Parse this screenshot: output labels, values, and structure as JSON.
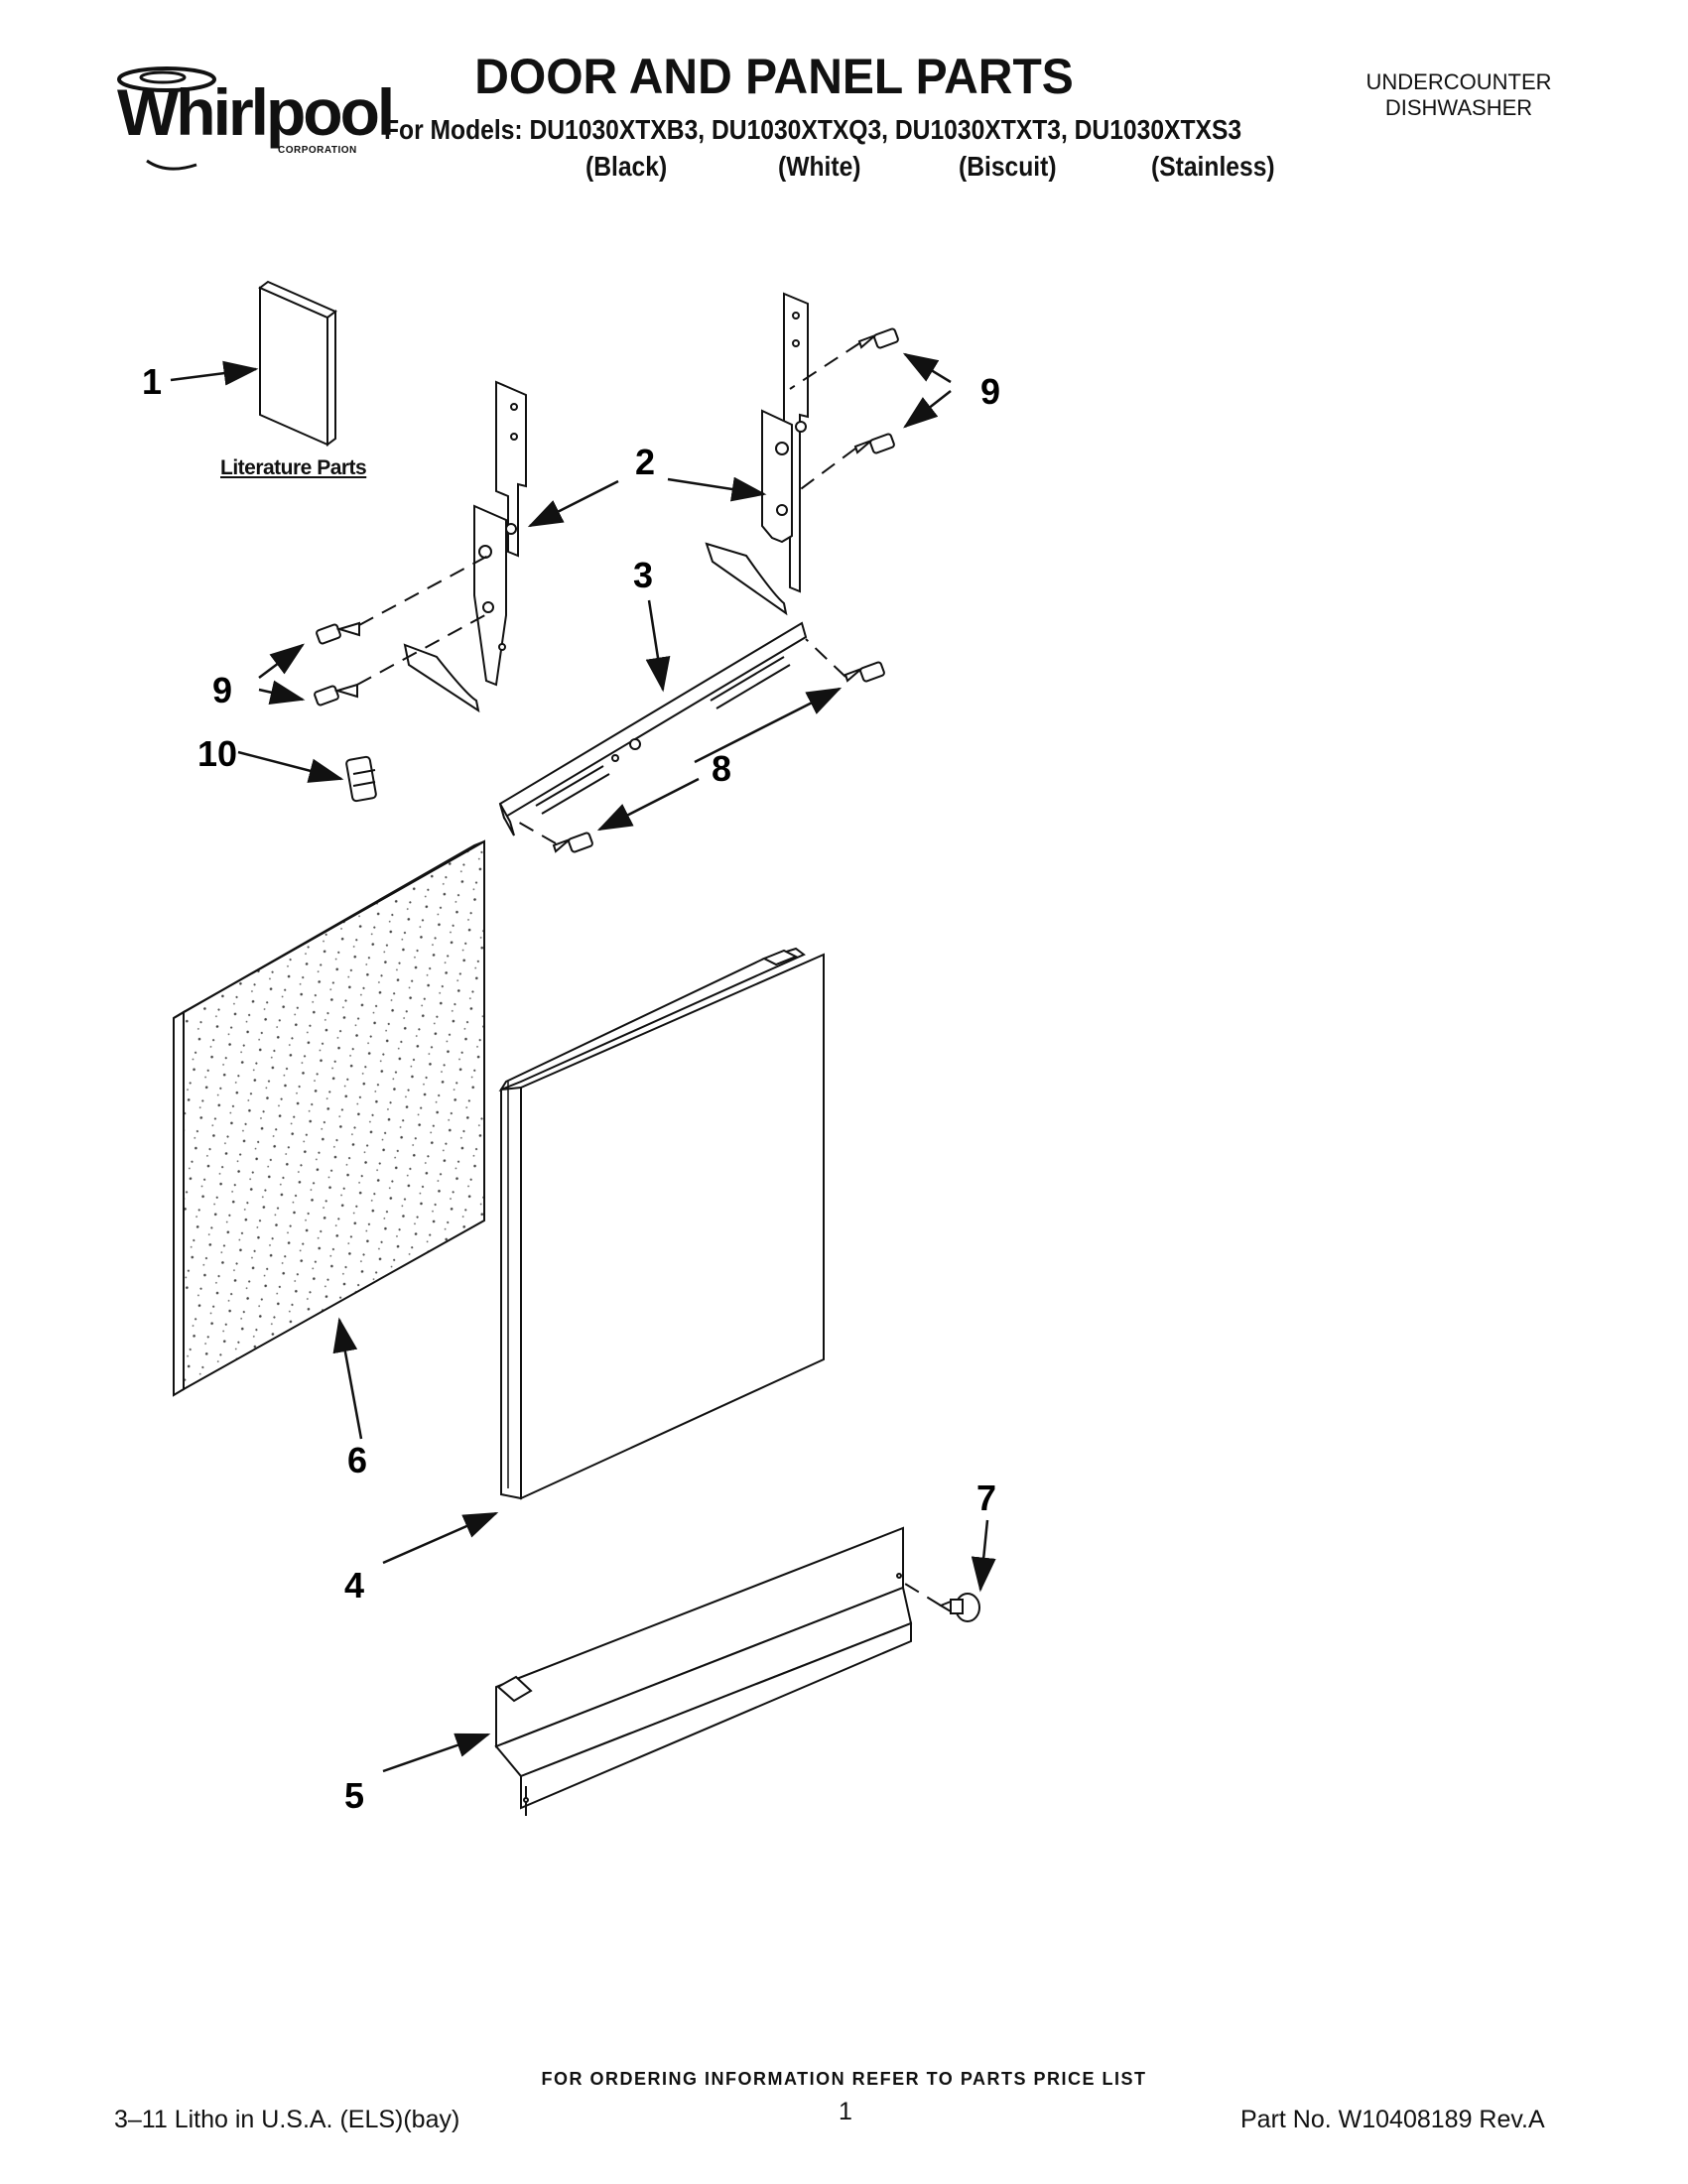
{
  "header": {
    "brand": "Whirlpool",
    "brand_sub": "CORPORATION",
    "title": "DOOR AND PANEL PARTS",
    "models_line": "For Models: DU1030XTXB3, DU1030XTXQ3, DU1030XTXT3, DU1030XTXS3",
    "colors": [
      "(Black)",
      "(White)",
      "(Biscuit)",
      "(Stainless)"
    ],
    "appliance_line1": "UNDERCOUNTER",
    "appliance_line2": "DISHWASHER"
  },
  "diagram": {
    "literature_label": "Literature Parts",
    "callouts": {
      "c1": "1",
      "c2": "2",
      "c3": "3",
      "c4": "4",
      "c5": "5",
      "c6": "6",
      "c7": "7",
      "c8": "8",
      "c9a": "9",
      "c9b": "9",
      "c10": "10"
    }
  },
  "footer": {
    "ordering_info": "FOR ORDERING INFORMATION REFER TO PARTS PRICE LIST",
    "litho": "3–11 Litho in U.S.A. (ELS)(bay)",
    "page_number": "1",
    "part_number": "Part No. W10408189 Rev.A"
  }
}
